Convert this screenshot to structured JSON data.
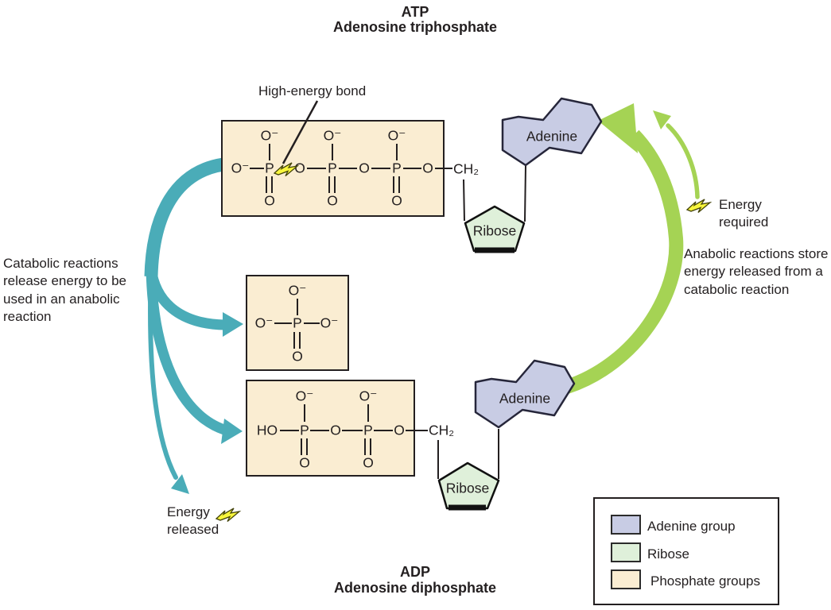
{
  "diagram_title": {
    "abbr": "ATP",
    "name": "Adenosine triphosphate"
  },
  "diagram_footer": {
    "abbr": "ADP",
    "name": "Adenosine diphosphate"
  },
  "annotations": {
    "high_energy_bond": "High-energy bond",
    "catabolic": "Catabolic reactions release energy to be used in an anabolic reaction",
    "anabolic": "Anabolic reactions store energy released from a catabolic reaction",
    "energy_released": "Energy released",
    "energy_required": "Energy required"
  },
  "molecules": {
    "adenine": "Adenine",
    "ribose": "Ribose"
  },
  "atoms": {
    "o_minus": "O⁻",
    "o": "O",
    "p": "P",
    "ho": "HO",
    "ch2": "CH₂"
  },
  "legend": {
    "items": [
      {
        "label": "Adenine group",
        "color": "#C8CCE4"
      },
      {
        "label": "Ribose",
        "color": "#DFF0DA"
      },
      {
        "label": "Phosphate groups",
        "color": "#FAEDD2"
      }
    ]
  },
  "colors": {
    "phosphate_box": "#FAEDD2",
    "adenine": "#C8CCE4",
    "ribose": "#DFF0DA",
    "catabolic_arrow": "#4AACB8",
    "anabolic_arrow": "#A5D354",
    "energy_bolt": "#F8F63C",
    "outline": "#231F20"
  }
}
